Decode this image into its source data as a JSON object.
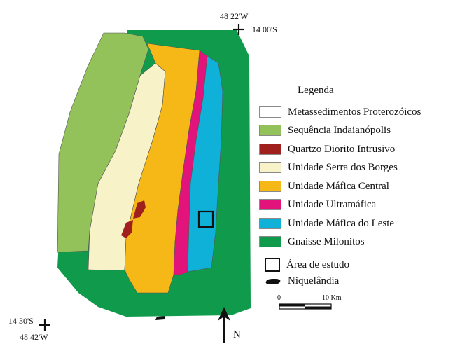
{
  "coordinates": {
    "ne_lon": "48 22'W",
    "ne_lat": "14 00'S",
    "sw_lat": "14 30'S",
    "sw_lon": "48 42'W"
  },
  "legend": {
    "title": "Legenda",
    "items": [
      {
        "label": "Metassedimentos Proterozóicos",
        "color": "#ffffff"
      },
      {
        "label": "Sequência Indaianópolis",
        "color": "#93c25a"
      },
      {
        "label": "Quartzo Diorito Intrusivo",
        "color": "#a0201d"
      },
      {
        "label": "Unidade Serra dos Borges",
        "color": "#f8f2c9"
      },
      {
        "label": "Unidade Máfica Central",
        "color": "#f6b817"
      },
      {
        "label": "Unidade Ultramáfica",
        "color": "#e2137a"
      },
      {
        "label": "Unidade Máfica do Leste",
        "color": "#0fb1d8"
      },
      {
        "label": "Gnaisse Milonitos",
        "color": "#0f9a4c"
      }
    ],
    "study_area": "Área de estudo",
    "town": "Niquelândia"
  },
  "scale": {
    "start": "0",
    "end": "10 Km"
  },
  "north": "N"
}
